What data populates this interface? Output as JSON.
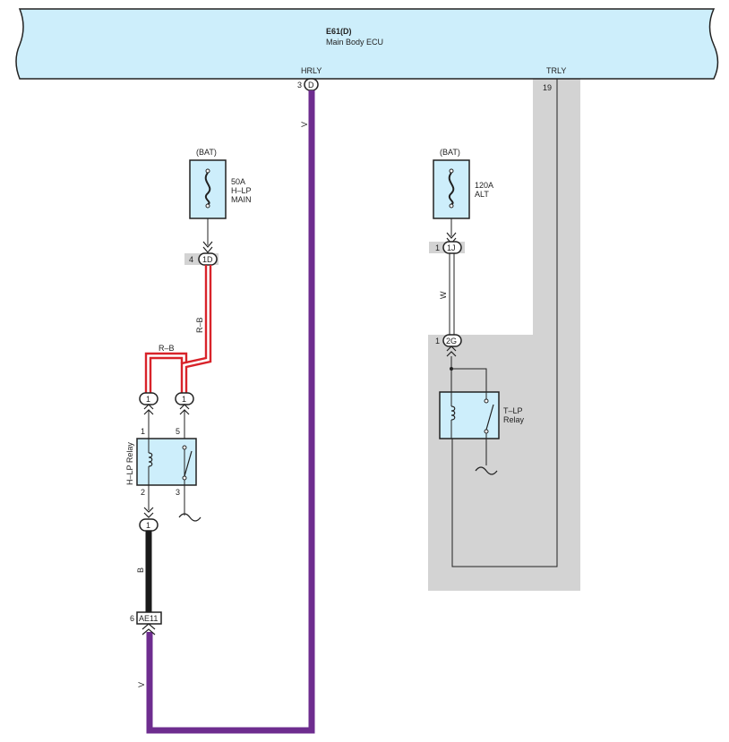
{
  "ecu": {
    "code": "E61(D)",
    "name": "Main Body ECU",
    "pin_hrly_label": "HRLY",
    "pin_hrly_num": "3",
    "pin_hrly_conn": "D",
    "pin_trly_label": "TRLY",
    "pin_trly_num": "19"
  },
  "fuse_hlp": {
    "bat": "(BAT)",
    "amps": "50A",
    "name1": "H–LP",
    "name2": "MAIN",
    "pin": "4",
    "conn": "1D"
  },
  "fuse_alt": {
    "bat": "(BAT)",
    "amps": "120A",
    "name1": "ALT",
    "pin": "1",
    "conn": "1J"
  },
  "wires": {
    "v_top": "V",
    "rb_vertical": "R–B",
    "rb_horizontal": "R–B",
    "w": "W",
    "b": "B",
    "v_bottom": "V"
  },
  "hlp_relay": {
    "name": "H–LP Relay",
    "conn_left": "1",
    "conn_right": "1",
    "pin1": "1",
    "pin5": "5",
    "pin2": "2",
    "pin3": "3",
    "conn_below": "1",
    "ae_pin": "6",
    "ae_conn": "AE11"
  },
  "tlp_relay": {
    "name1": "T–LP",
    "name2": "Relay",
    "pin": "1",
    "conn": "2G"
  },
  "colors": {
    "ecu_fill": "#cdeefb",
    "component_fill": "#cdeefb",
    "wire_violet": "#6e2d8f",
    "wire_red": "#d8232a",
    "wire_black": "#1a1a1a",
    "shade": "#d3d3d3"
  }
}
